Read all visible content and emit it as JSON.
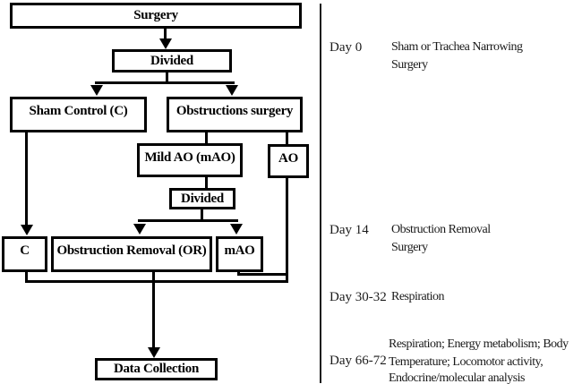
{
  "figure": {
    "background": "#ffffff",
    "line_color": "#000000",
    "divider_color": "#1c1c1c",
    "text_color": "#1a1a1a"
  },
  "flowchart": {
    "nodes": {
      "surgery": "Surgery",
      "divided_top": "Divided",
      "sham_control": "Sham Control (C)",
      "obstructions_surgery": "Obstructions surgery",
      "mild_ao": "Mild AO (mAO)",
      "ao": "AO",
      "divided_mid": "Divided",
      "c": "C",
      "obstruction_removal": "Obstruction Removal (OR)",
      "mao": "mAO",
      "data_collection": "Data Collection"
    }
  },
  "timeline": {
    "entries": [
      {
        "day": "Day 0",
        "lines": [
          "Sham or Trachea Narrowing",
          "Surgery"
        ]
      },
      {
        "day": "Day 14",
        "lines": [
          "Obstruction Removal",
          "Surgery"
        ]
      },
      {
        "day": "Day 30-32",
        "lines": [
          "Respiration"
        ]
      },
      {
        "day": "Day 66-72",
        "lines": [
          "Respiration; Energy metabolism; Body",
          "Temperature; Locomotor activity,",
          "Endocrine/molecular analysis"
        ]
      }
    ]
  }
}
